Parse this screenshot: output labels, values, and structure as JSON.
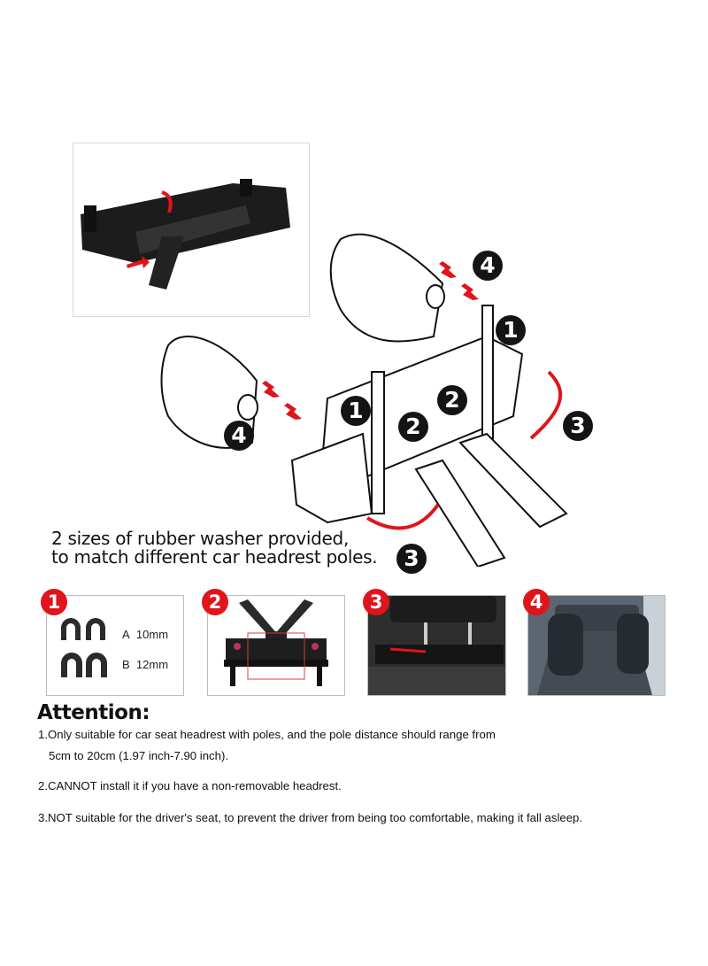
{
  "inset_photo": {
    "description": "Black holder with red arrows"
  },
  "diagram": {
    "callouts": [
      "1",
      "2",
      "3",
      "4"
    ]
  },
  "caption": {
    "line1": "2 sizes of rubber washer provided,",
    "line2": "to match different car headrest poles."
  },
  "steps": [
    {
      "number": "1",
      "washers": [
        {
          "label": "A",
          "size": "10mm"
        },
        {
          "label": "B",
          "size": "12mm"
        }
      ]
    },
    {
      "number": "2"
    },
    {
      "number": "3"
    },
    {
      "number": "4"
    }
  ],
  "attention": {
    "title": "Attention:",
    "items": [
      {
        "line1": "1.Only suitable for car seat headrest with poles, and the pole distance should range from",
        "line2": "5cm to 20cm (1.97 inch-7.90 inch)."
      },
      {
        "line1": "2.CANNOT install it if you have a non-removable headrest."
      },
      {
        "line1": "3.NOT suitable for the driver's seat, to prevent the driver from being too comfortable, making it fall asleep."
      }
    ]
  },
  "colors": {
    "accent_red": "#e0141b",
    "badge_black": "#141414"
  }
}
